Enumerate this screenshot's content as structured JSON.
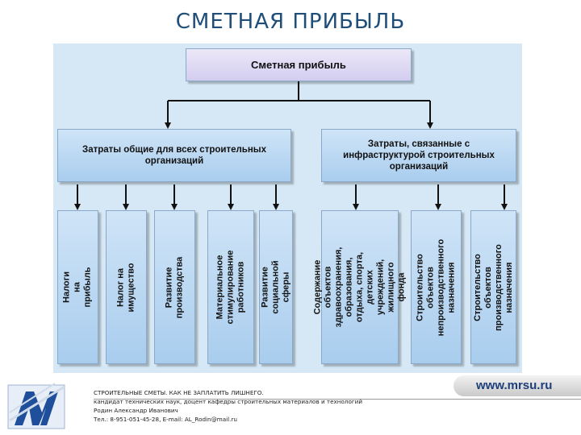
{
  "title": "СМЕТНАЯ ПРИБЫЛЬ",
  "diagram": {
    "root": "Сметная прибыль",
    "groups": [
      {
        "label": "Затраты общие для всех строительных организаций",
        "items": [
          "Налоги на прибыль",
          "Налог на имущество",
          "Развитие производства",
          "Материальное стимулирование работников",
          "Развитие социальной сферы"
        ]
      },
      {
        "label": "Затраты, связанные с инфраструктурой строительных организаций",
        "items": [
          "Содержание объектов здравоохранения, образования, отдыха, спорта, детских учреждений, жилищного фонда",
          "Строительство объектов непроизводственного назначения",
          "Строительство объектов производственного назначения"
        ]
      }
    ]
  },
  "footer": {
    "line1": "СТРОИТЕЛЬНЫЕ СМЕТЫ. КАК НЕ ЗАПЛАТИТЬ ЛИШНЕГО.",
    "line2": "кандидат технических наук, доцент кафедры строительных материалов и технологий",
    "line3": "Родин Александр Иванович",
    "line4": "Тел.: 8-951-051-45-28, E-mail: AL_Rodin@mail.ru",
    "site": "www.mrsu.ru"
  },
  "colors": {
    "title": "#1f4e79",
    "panel": "#d6e8f6",
    "box": "#a9cdee",
    "root_box": "#d3cdf0"
  }
}
